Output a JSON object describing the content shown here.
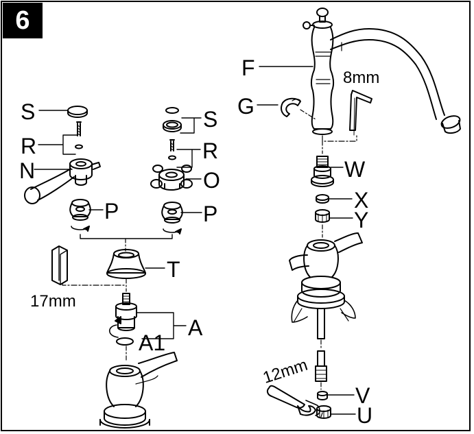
{
  "step": "6",
  "labels": {
    "S_left": "S",
    "R_left": "R",
    "N": "N",
    "P_left": "P",
    "S_right": "S",
    "R_right": "R",
    "O": "O",
    "P_right": "P",
    "T": "T",
    "A": "A",
    "A1": "A1",
    "F": "F",
    "G": "G",
    "W": "W",
    "X": "X",
    "Y": "Y",
    "V": "V",
    "U": "U"
  },
  "tools": {
    "hex_key": "8mm",
    "socket": "17mm",
    "wrench": "12mm"
  }
}
